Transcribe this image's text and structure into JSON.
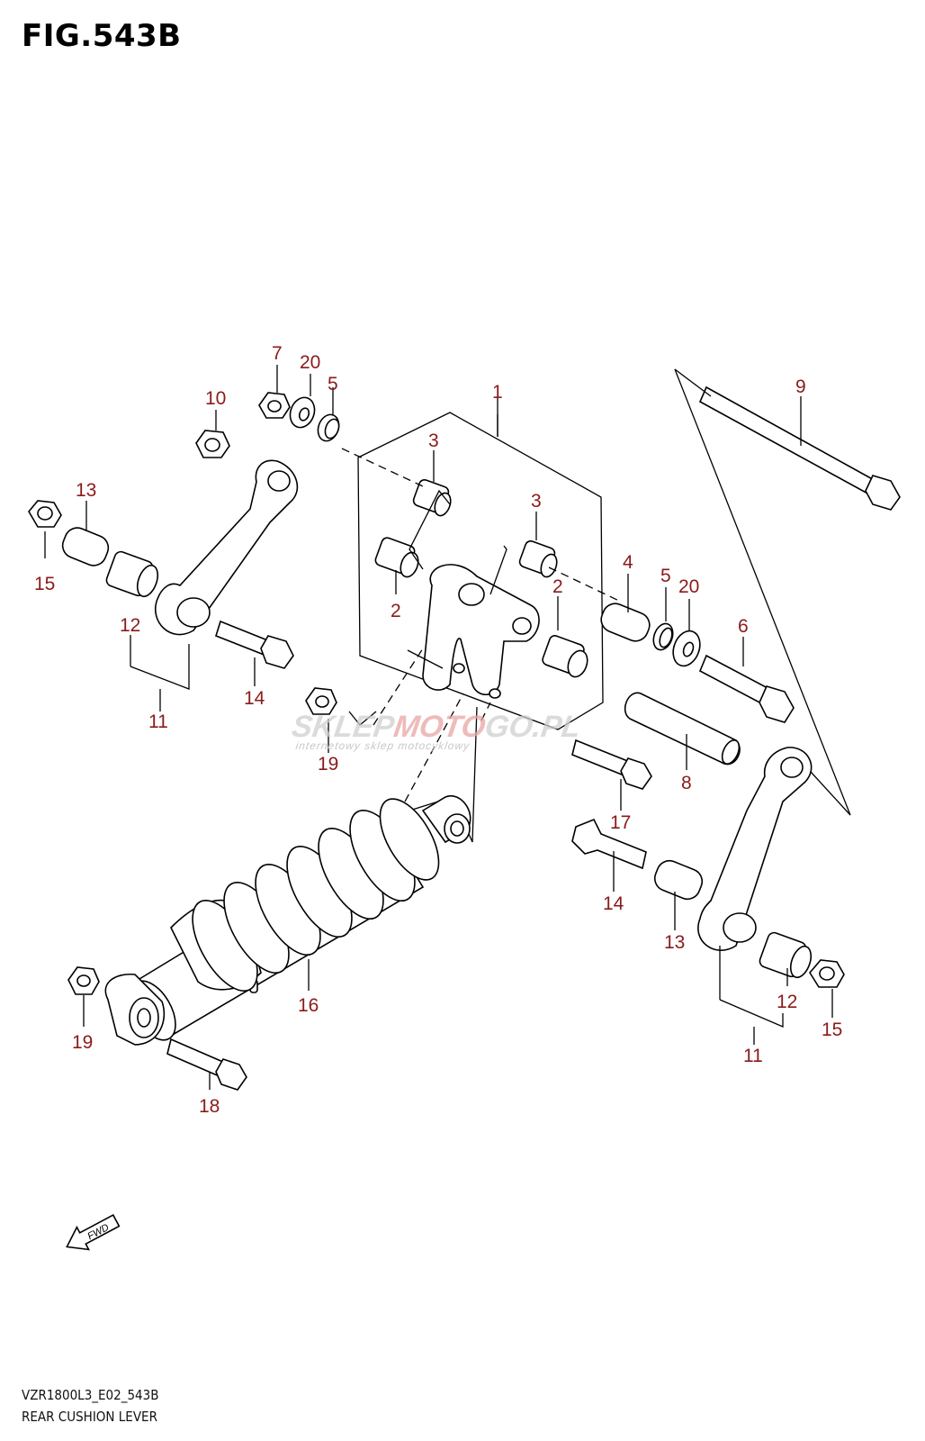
{
  "figure": {
    "title": "FIG.543B",
    "model_code": "VZR1800L3_E02_543B",
    "name": "REAR CUSHION LEVER"
  },
  "watermark": {
    "brand_start": "SKLEP",
    "brand_accent": "MOTO",
    "brand_end": "GO.PL",
    "tagline": "internetowy sklep motocyklowy"
  },
  "fwd_label": "FWD",
  "callouts": {
    "c1": "1",
    "c2a": "2",
    "c2b": "2",
    "c3a": "3",
    "c3b": "3",
    "c4": "4",
    "c5a": "5",
    "c5b": "5",
    "c6": "6",
    "c7": "7",
    "c8": "8",
    "c9": "9",
    "c10": "10",
    "c11a": "11",
    "c11b": "11",
    "c12a": "12",
    "c12b": "12",
    "c13a": "13",
    "c13b": "13",
    "c14a": "14",
    "c14b": "14",
    "c15a": "15",
    "c15b": "15",
    "c16": "16",
    "c17": "17",
    "c18": "18",
    "c19a": "19",
    "c19b": "19",
    "c20a": "20",
    "c20b": "20"
  },
  "colors": {
    "callout": "#8b1a1a",
    "line": "#000000",
    "watermark": "#cfcfcf"
  }
}
